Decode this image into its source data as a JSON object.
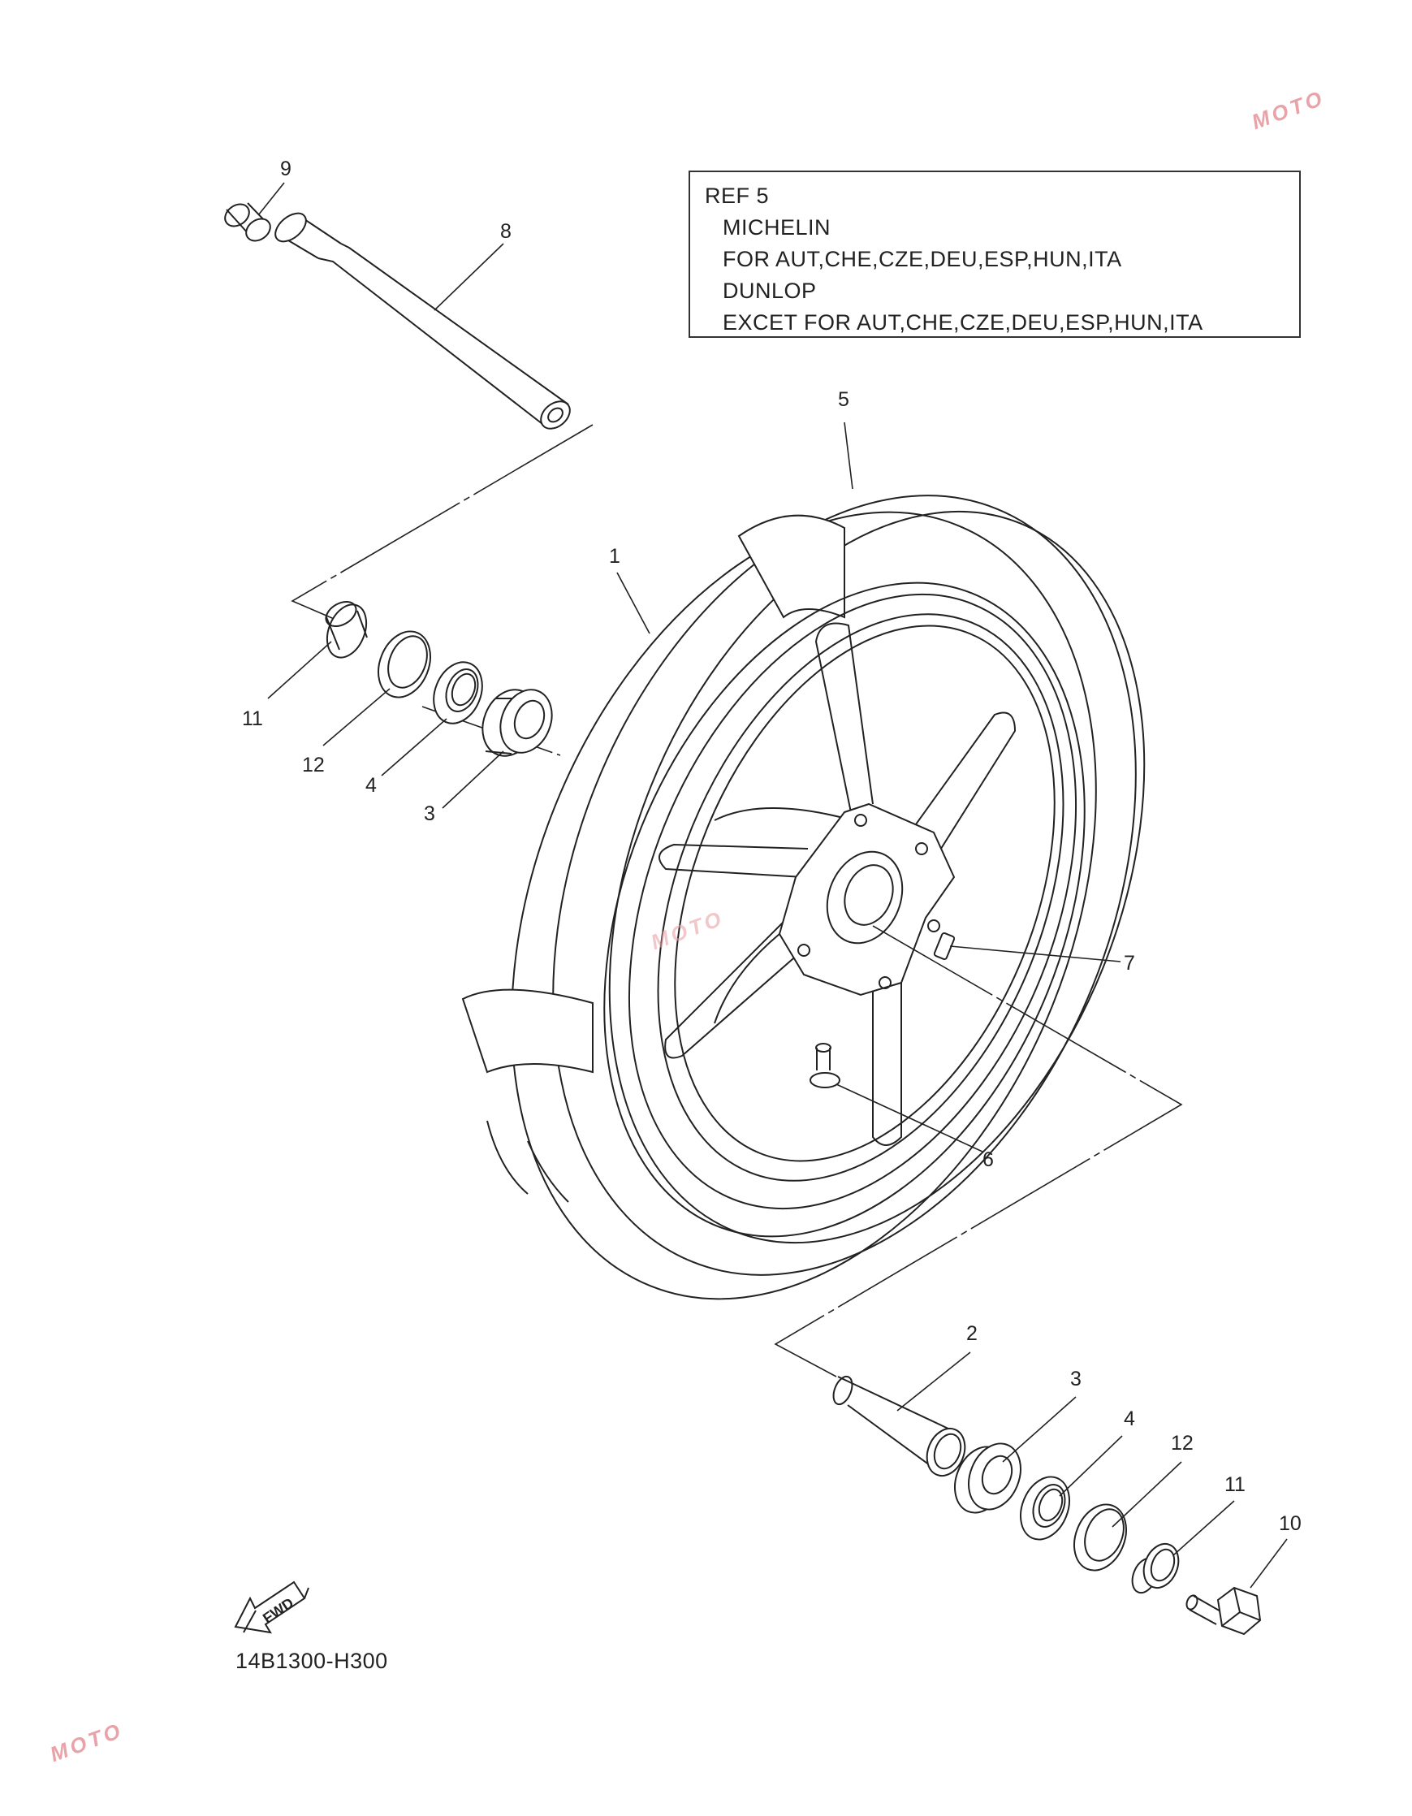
{
  "ref_box": {
    "lines": [
      "REF 5",
      "MICHELIN",
      "FOR AUT,CHE,CZE,DEU,ESP,HUN,ITA",
      "DUNLOP",
      "EXCET FOR AUT,CHE,CZE,DEU,ESP,HUN,ITA"
    ]
  },
  "callouts": {
    "c1": "1",
    "c2": "2",
    "c3a": "3",
    "c3b": "3",
    "c4a": "4",
    "c4b": "4",
    "c5": "5",
    "c6": "6",
    "c7": "7",
    "c8": "8",
    "c9": "9",
    "c10": "10",
    "c11a": "11",
    "c11b": "11",
    "c12a": "12",
    "c12b": "12"
  },
  "fwd_label": "FWD",
  "diagram_code": "14B1300-H300",
  "watermark": "MOTO",
  "colors": {
    "line": "#222222",
    "watermark": "#e9a3a8"
  }
}
